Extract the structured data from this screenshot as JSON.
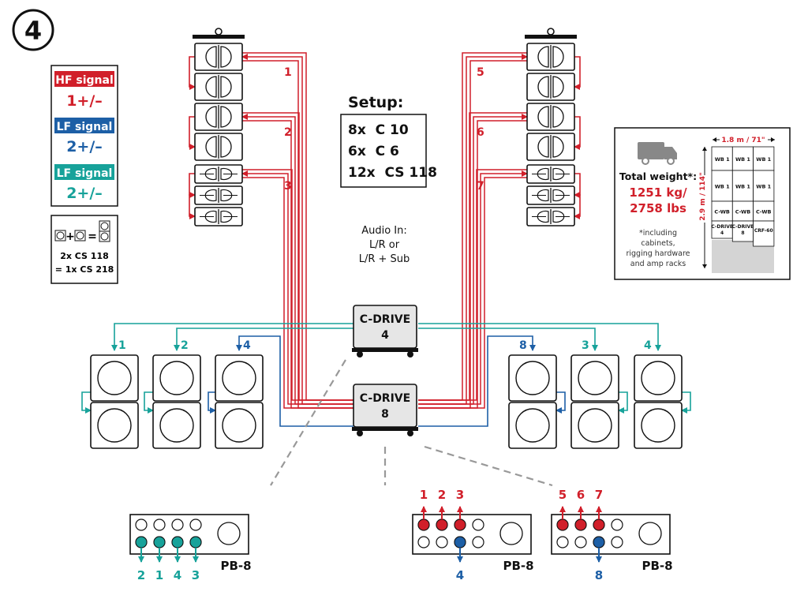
{
  "step": "4",
  "colors": {
    "hf": "#d11f2a",
    "lf": "#1d5fa6",
    "lf2": "#17a29a",
    "ink": "#111111",
    "cab": "#e6e6e6"
  },
  "legend": {
    "hf_label": "HF signal",
    "hf_value": "1+/–",
    "lf_label": "LF signal",
    "lf_value": "2+/–",
    "lf2_label": "LF signal",
    "lf2_value": "2+/–",
    "equation_plus": "+",
    "equation_equals": "=",
    "equivalence_line1": "2x CS 118",
    "equivalence_line2": "= 1x CS 218"
  },
  "setup": {
    "title": "Setup:",
    "lines": [
      "8x  C 10",
      "6x  C 6",
      "12x  CS 118"
    ]
  },
  "audio_in": [
    "Audio In:",
    "L/R or",
    "L/R + Sub"
  ],
  "amps": {
    "top_name": "C-DRIVE",
    "top_num": "4",
    "bottom_name": "C-DRIVE",
    "bottom_num": "8"
  },
  "hf_channels_left": [
    "1",
    "2",
    "3"
  ],
  "hf_channels_right": [
    "5",
    "6",
    "7"
  ],
  "sub_left_labels": [
    "1",
    "2",
    "4"
  ],
  "sub_right_labels": [
    "8",
    "3",
    "4"
  ],
  "panels": [
    {
      "name": "PB-8",
      "bottom_labels": [
        "2",
        "1",
        "4",
        "3"
      ],
      "top_labels": []
    },
    {
      "name": "PB-8",
      "bottom_labels": [
        "4"
      ],
      "top_labels": [
        "1",
        "2",
        "3"
      ]
    },
    {
      "name": "PB-8",
      "bottom_labels": [
        "8"
      ],
      "top_labels": [
        "5",
        "6",
        "7"
      ]
    }
  ],
  "transport": {
    "dim_width": "1.8 m / 71\"",
    "dim_height": "2.9 m / 114\"",
    "weight_label": "Total weight*:",
    "weight_kg": "1251 kg/",
    "weight_lbs": "2758 lbs",
    "note": [
      "*including",
      "cabinets,",
      "rigging hardware",
      "and amp racks"
    ],
    "grid": [
      [
        "WB 1",
        "WB 1",
        "WB 1"
      ],
      [
        "WB 1",
        "WB 1",
        "WB 1"
      ],
      [
        "C-WB",
        "C-WB",
        "C-WB"
      ]
    ],
    "last_row": [
      [
        "C-DRIVE",
        "4"
      ],
      [
        "C-DRIVE",
        "8"
      ],
      [
        "CRF-60"
      ]
    ]
  }
}
